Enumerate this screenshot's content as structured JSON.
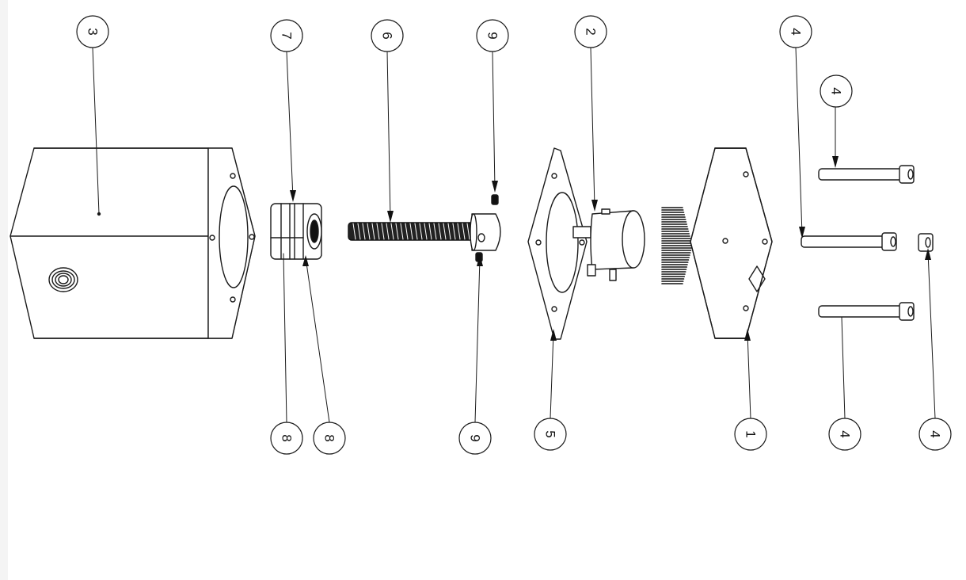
{
  "colors": {
    "line": "#1a1a1a",
    "fill": "#ffffff",
    "shade": "#f3f3f3",
    "dark": "#111111"
  },
  "balloons": [
    {
      "id": "b3-top",
      "label": "3"
    },
    {
      "id": "b7-top",
      "label": "7"
    },
    {
      "id": "b6-top",
      "label": "6"
    },
    {
      "id": "b9-top",
      "label": "9"
    },
    {
      "id": "b2-top",
      "label": "2"
    },
    {
      "id": "b4-top",
      "label": "4"
    },
    {
      "id": "b4-upper",
      "label": "4"
    },
    {
      "id": "b8-left",
      "label": "8"
    },
    {
      "id": "b8-right",
      "label": "8"
    },
    {
      "id": "b9-bottom",
      "label": "9"
    },
    {
      "id": "b5-bottom",
      "label": "5"
    },
    {
      "id": "b1-bottom",
      "label": "1"
    },
    {
      "id": "b4-bottom1",
      "label": "4"
    },
    {
      "id": "b4-bottom2",
      "label": "4"
    }
  ]
}
